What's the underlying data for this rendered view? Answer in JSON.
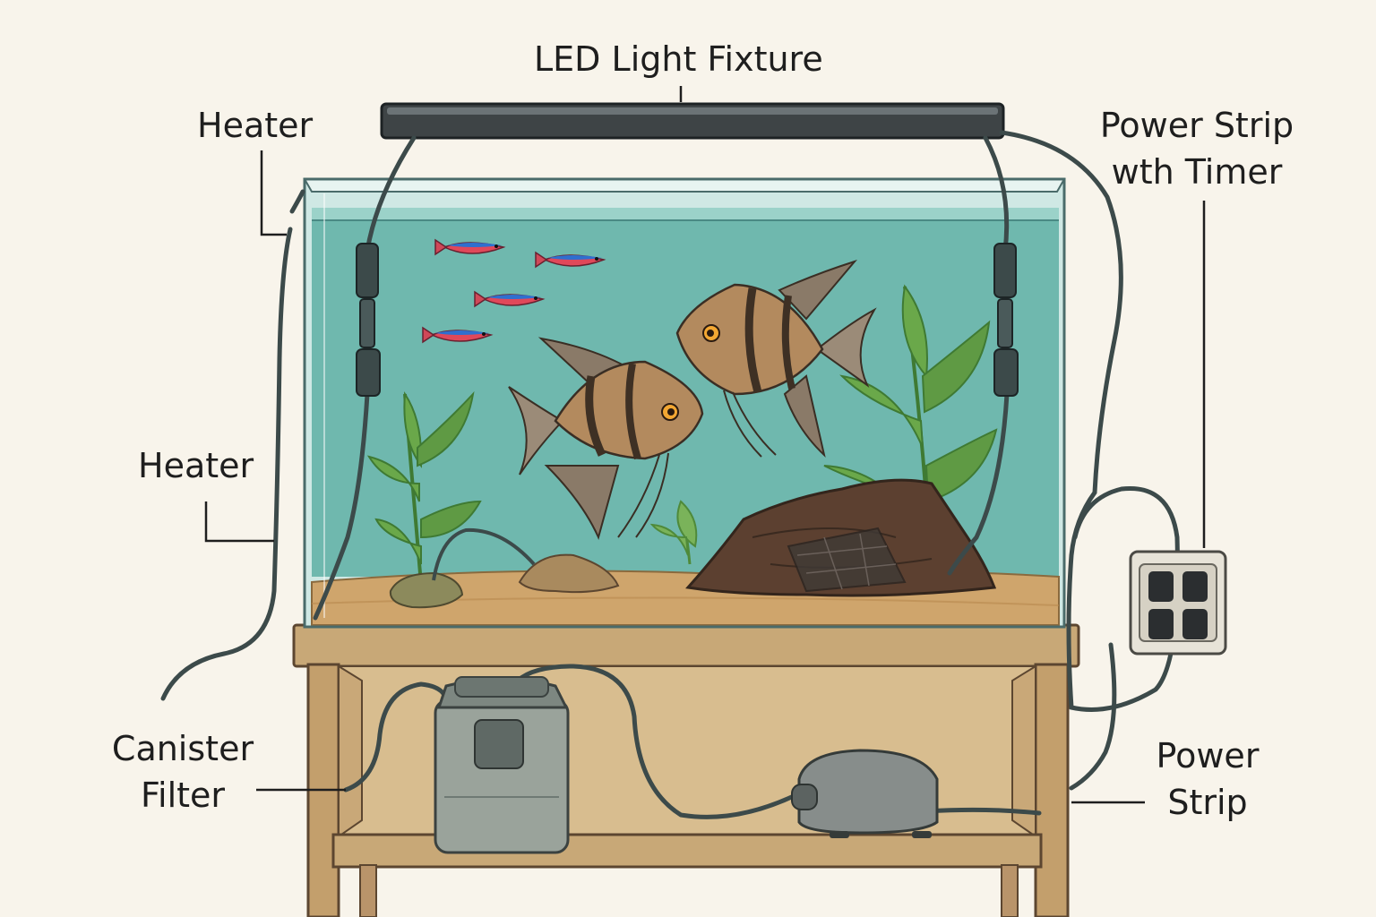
{
  "labels": {
    "led_light": "LED Light Fixture",
    "heater_top": "Heater",
    "heater_mid": "Heater",
    "power_strip_timer": [
      "Power Strip",
      "wth Timer"
    ],
    "canister_filter": [
      "Canister",
      "Filter"
    ],
    "power_strip": [
      "Power",
      "Strip"
    ]
  },
  "colors": {
    "background": "#f8f4eb",
    "water": "#6fb8ae",
    "substrate": "#cfa56c",
    "stand_wood": "#c8a877",
    "cable": "#3c4a4a",
    "fixture": "#3e4446",
    "filter_body": "#9aa39b",
    "plant": "#5f9a44",
    "neon_blue": "#2f6fcf",
    "neon_red": "#e0485a",
    "angelfish": "#b38a5e"
  },
  "icons": [
    "led-light-fixture",
    "aquarium-tank",
    "angelfish",
    "neon-tetra",
    "aquatic-plant",
    "driftwood",
    "canister-filter",
    "air-pump",
    "power-outlet",
    "stand",
    "cable"
  ]
}
